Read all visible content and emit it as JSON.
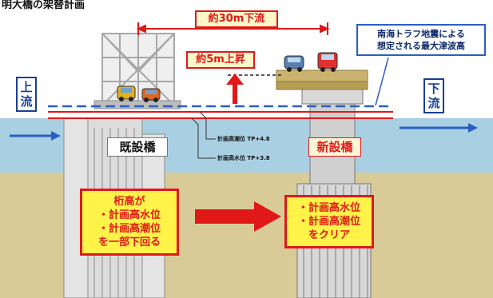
{
  "header": {
    "title_fragment": "明大橋の架替計画"
  },
  "labels": {
    "distance": "約30m下流",
    "raise": "約5m上昇",
    "upstream": "上流",
    "downstream": "下流",
    "tsunami": [
      "南海トラフ地震による",
      "想定される最大津波高"
    ],
    "old_bridge": "既設橋",
    "new_bridge": "新設橋",
    "tide_level": "計画高潮位  TP+4.8",
    "water_level": "計画高水位  TP+3.8"
  },
  "old_box": {
    "lines": [
      "桁高が",
      "・計画高水位",
      "・計画高潮位",
      "を一部下回る"
    ]
  },
  "new_box": {
    "lines": [
      "・計画高水位",
      "・計画高潮位",
      "をクリア"
    ]
  },
  "colors": {
    "sky": "#ffffff",
    "water": "#a9cfe3",
    "ground": "#d8cb97",
    "accent_red": "#e01818",
    "accent_yellow": "#fff34a",
    "flow_arrow": "#2a5fc0",
    "tsunami_line": "#2a5fc0",
    "old_bridge_structure": "#c8c8c8",
    "new_pier": "#d8d8d8",
    "new_deck": "#c9b36e"
  },
  "icons": [
    "truss-icon",
    "car-icon",
    "up-arrow-icon",
    "right-arrow-icon",
    "flow-arrow-icon"
  ]
}
